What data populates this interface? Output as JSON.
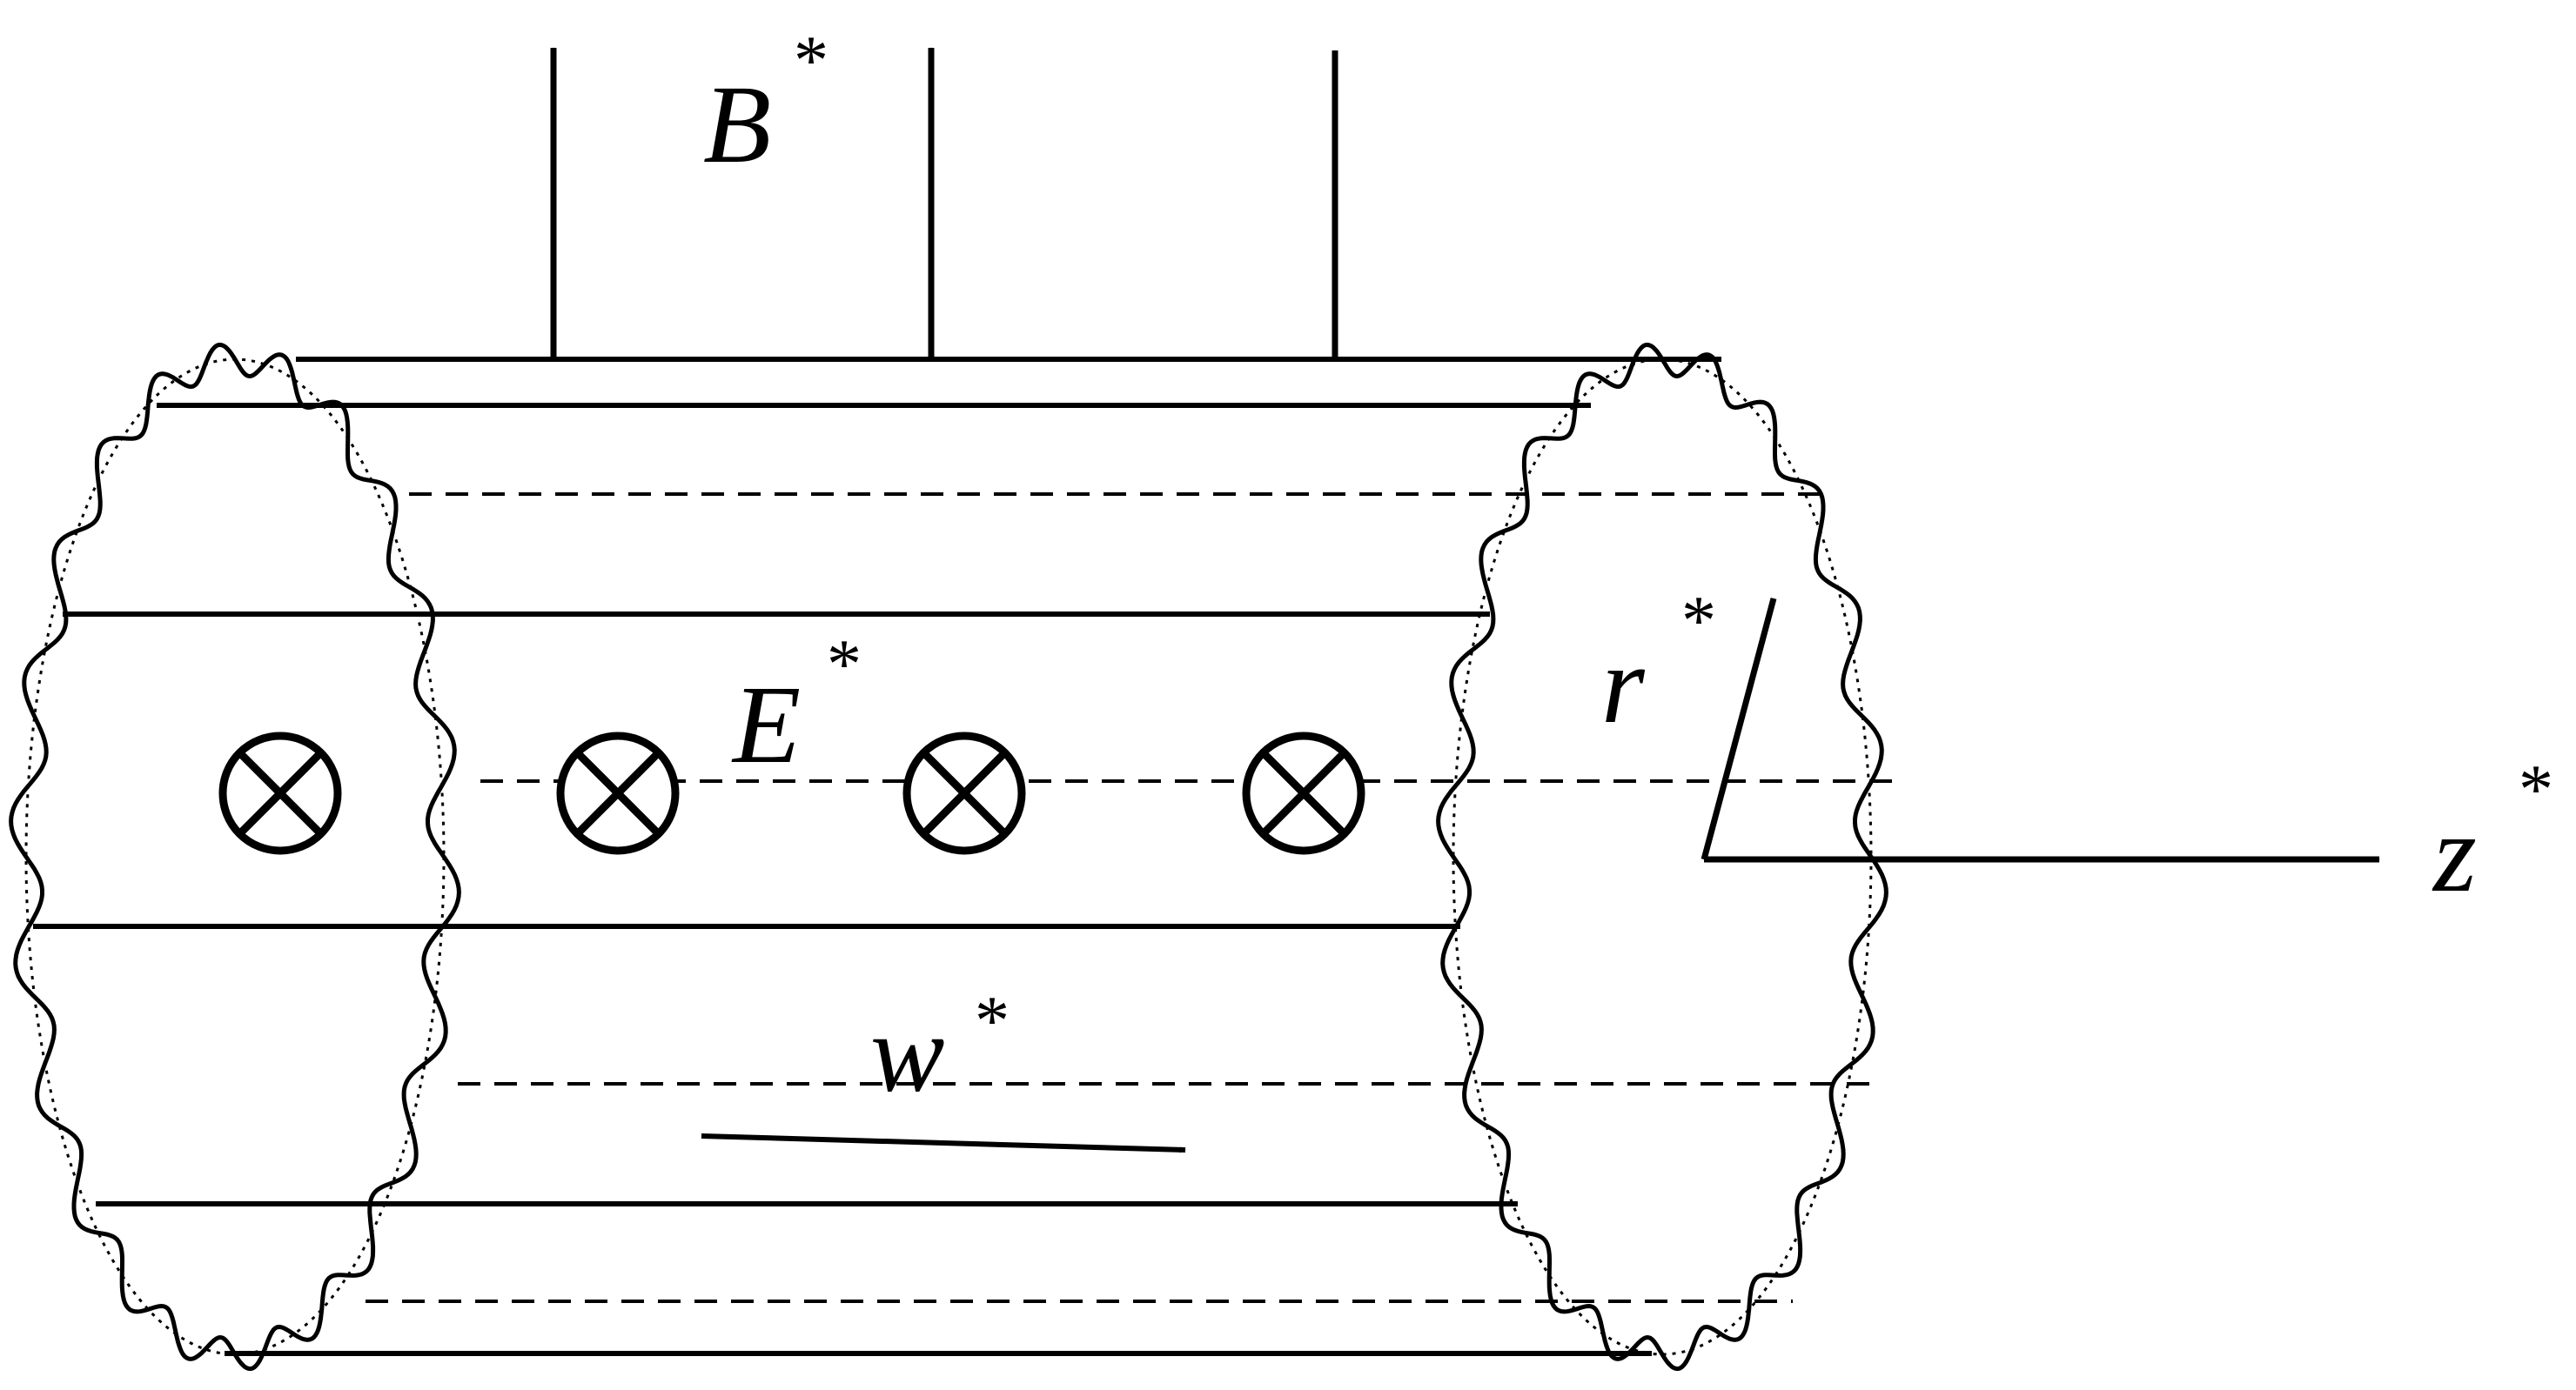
{
  "labels": {
    "magnetic_field": {
      "symbol": "B",
      "superscript": "*"
    },
    "electric_field": {
      "symbol": "E",
      "superscript": "*"
    },
    "velocity": {
      "symbol": "w",
      "superscript": "*"
    },
    "radial_axis": {
      "symbol": "r",
      "superscript": "*"
    },
    "axial_axis": {
      "symbol": "z",
      "superscript": "*"
    }
  },
  "field_arrow_count": 3,
  "into_page_marker_count": 4,
  "colors": {
    "line": "#000000",
    "background": "#ffffff"
  }
}
